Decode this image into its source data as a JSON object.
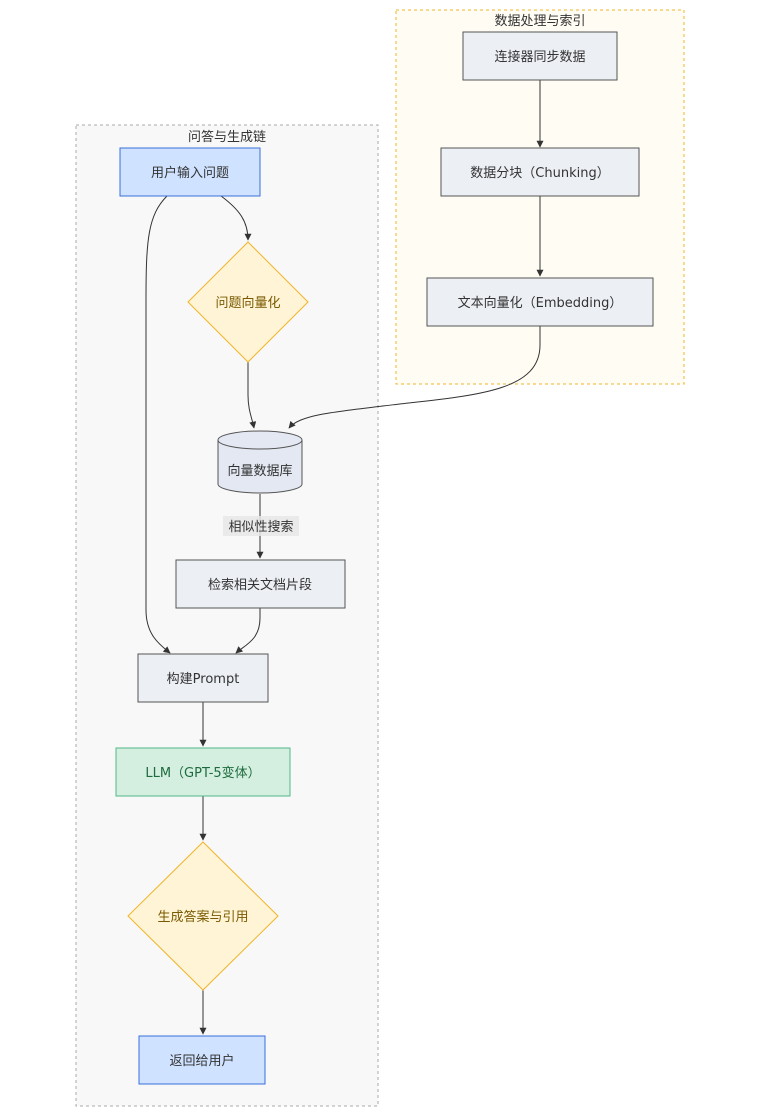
{
  "colors": {
    "process_fill": "#eceff4",
    "process_stroke": "#555555",
    "user_fill": "#cfe2ff",
    "user_stroke": "#3a6fd8",
    "decision_fill": "#fff4d6",
    "decision_stroke": "#f0b429",
    "llm_fill": "#d4efdf",
    "llm_stroke": "#52b788",
    "subgraph_qa_fill": "#f8f8f8",
    "subgraph_qa_stroke": "#aaaaaa",
    "subgraph_data_fill": "#fffcf3",
    "subgraph_data_stroke": "#f0b429",
    "edge": "#333333"
  },
  "subgraphs": {
    "qa_chain": {
      "title": "问答与生成链"
    },
    "data_index": {
      "title": "数据处理与索引"
    }
  },
  "nodes": {
    "user_question": {
      "label": "用户输入问题"
    },
    "vectorize_question": {
      "label": "问题向量化"
    },
    "vector_db": {
      "label": "向量数据库"
    },
    "retrieve_docs": {
      "label": "检索相关文档片段"
    },
    "build_prompt": {
      "label": "构建Prompt"
    },
    "llm": {
      "label": "LLM（GPT-5变体）"
    },
    "generate_answer": {
      "label": "生成答案与引用"
    },
    "return_user": {
      "label": "返回给用户"
    },
    "connector_sync": {
      "label": "连接器同步数据"
    },
    "chunking": {
      "label": "数据分块（Chunking）"
    },
    "embedding": {
      "label": "文本向量化（Embedding）"
    }
  },
  "edges": {
    "similarity_search": {
      "label": "相似性搜索"
    }
  }
}
